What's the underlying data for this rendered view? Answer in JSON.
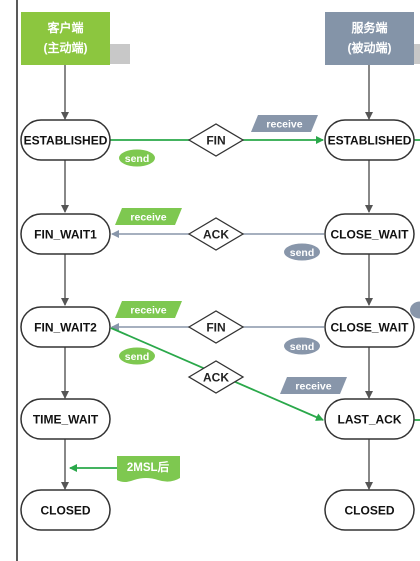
{
  "client": {
    "title": "客户端",
    "subtitle": "(主动端)"
  },
  "server": {
    "title": "服务端",
    "subtitle": "(被动端)"
  },
  "client_states": [
    "ESTABLISHED",
    "FIN_WAIT1",
    "FIN_WAIT2",
    "TIME_WAIT",
    "CLOSED"
  ],
  "server_states": [
    "ESTABLISHED",
    "CLOSE_WAIT",
    "CLOSE_WAIT",
    "LAST_ACK",
    "CLOSED"
  ],
  "packets": {
    "fin1": "FIN",
    "ack1": "ACK",
    "fin2": "FIN",
    "ack2": "ACK"
  },
  "tags": {
    "send": "send",
    "receive": "receive",
    "timer": "2MSL后"
  },
  "colors": {
    "client_header": "#8cc63f",
    "server_header": "#8494a8",
    "green_line": "#2aa84a",
    "gray_line": "#8896aa",
    "send_green": "#7ec850",
    "receive_green": "#7ec850",
    "send_gray": "#8896aa",
    "receive_gray": "#8896aa"
  }
}
